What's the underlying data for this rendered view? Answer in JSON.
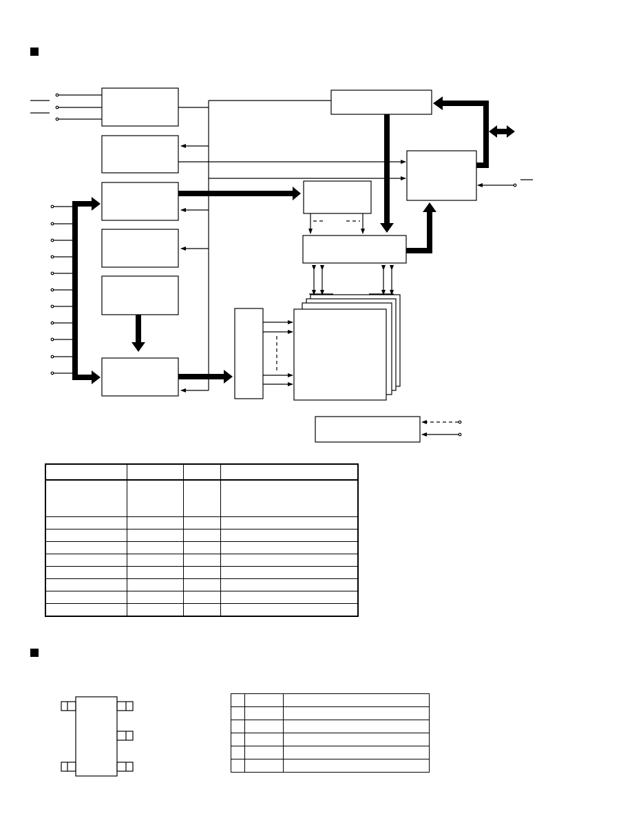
{
  "sections": [
    {
      "marker": "section-1-bullet"
    },
    {
      "marker": "section-2-bullet"
    }
  ],
  "colors": {
    "ink": "#000000",
    "paper": "#ffffff"
  },
  "block_diagram": {
    "blocks": [
      "block-a",
      "block-b",
      "block-c",
      "block-d",
      "block-e",
      "block-f",
      "top-right-block",
      "right-block",
      "mid-block",
      "wide-block",
      "bus-block",
      "memory-stack",
      "bottom-right-block"
    ]
  },
  "table1": {
    "columns": 4,
    "rows": 9
  },
  "table2": {
    "columns": 3,
    "rows": 6
  },
  "package": {
    "pins": 5
  }
}
